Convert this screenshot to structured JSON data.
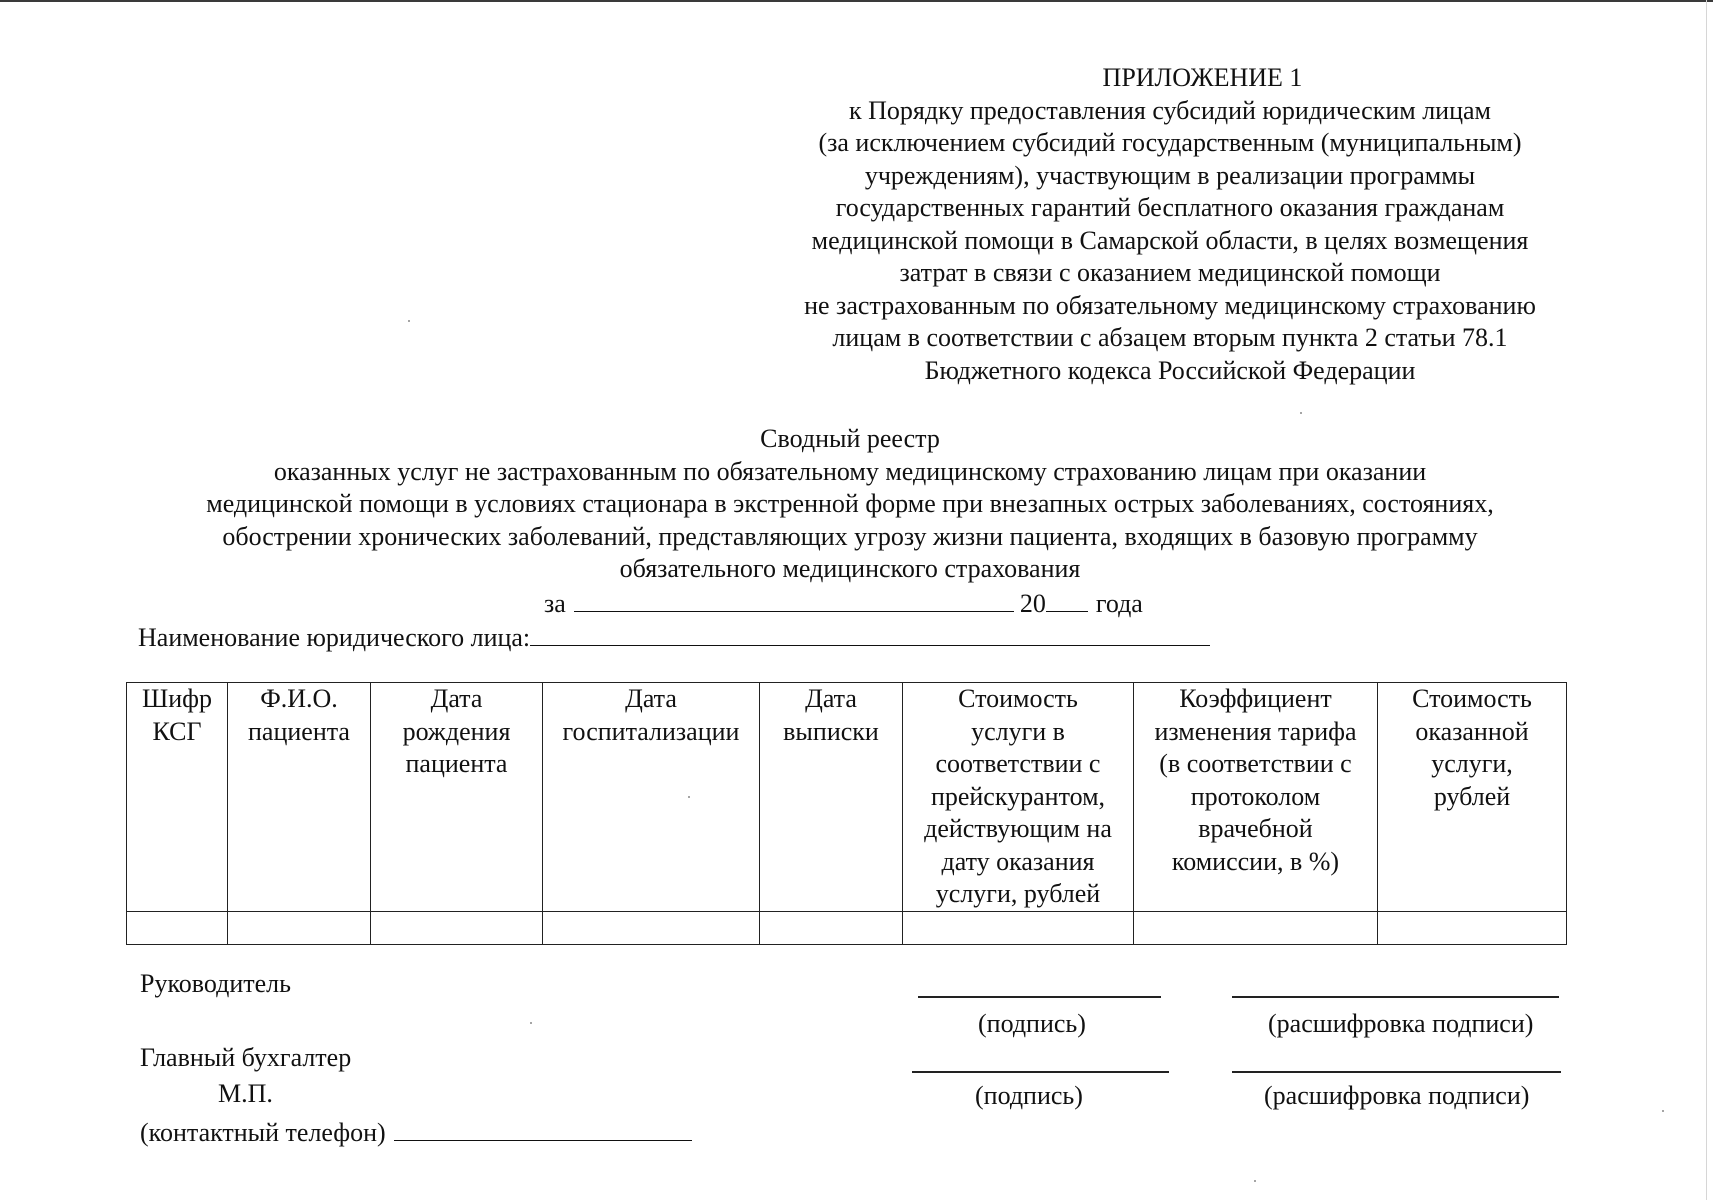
{
  "appendix": {
    "title": "ПРИЛОЖЕНИЕ 1",
    "lines": [
      "к Порядку предоставления субсидий юридическим лицам",
      "(за исключением субсидий государственным (муниципальным)",
      "учреждениям), участвующим в реализации программы",
      "государственных гарантий бесплатного оказания гражданам",
      "медицинской помощи в Самарской области, в целях возмещения",
      "затрат в связи с оказанием медицинской помощи",
      "не застрахованным по обязательному медицинскому страхованию",
      "лицам в соответствии с абзацем вторым пункта 2 статьи 78.1",
      "Бюджетного кодекса Российской Федерации"
    ]
  },
  "register": {
    "title": "Сводный реестр",
    "lines": [
      "оказанных услуг не застрахованным по обязательному медицинскому страхованию лицам при оказании",
      "медицинской помощи в условиях стационара в экстренной форме при внезапных острых заболеваниях, состояниях,",
      "обострении хронических заболеваний, представляющих угрозу жизни пациента, входящих в базовую программу",
      "обязательного медицинского страхования"
    ],
    "period_prefix": "за",
    "year_prefix": "20",
    "year_suffix": "года",
    "entity_label": "Наименование юридического лица:"
  },
  "table": {
    "columns": [
      [
        "Шифр",
        "КСГ"
      ],
      [
        "Ф.И.О.",
        "пациента"
      ],
      [
        "Дата",
        "рождения",
        "пациента"
      ],
      [
        "Дата",
        "госпитализации"
      ],
      [
        "Дата",
        "выписки"
      ],
      [
        "Стоимость",
        "услуги в",
        "соответствии с",
        "прейскурантом,",
        "действующим на",
        "дату оказания",
        "услуги, рублей"
      ],
      [
        "Коэффициент",
        "изменения тарифа",
        "(в соответствии с",
        "протоколом",
        "врачебной",
        "комиссии, в %)"
      ],
      [
        "Стоимость",
        "оказанной",
        "услуги,",
        "рублей"
      ]
    ],
    "rows": [
      [
        "",
        "",
        "",
        "",
        "",
        "",
        "",
        ""
      ]
    ]
  },
  "signatures": {
    "head_label": "Руководитель",
    "accountant_label": "Главный бухгалтер",
    "stamp_label": "М.П.",
    "phone_label": "(контактный телефон)",
    "signature_caption": "(подпись)",
    "decoding_caption": "(расшифровка подписи)",
    "decoding_caption_2": "(расшифровка  подписи)"
  }
}
